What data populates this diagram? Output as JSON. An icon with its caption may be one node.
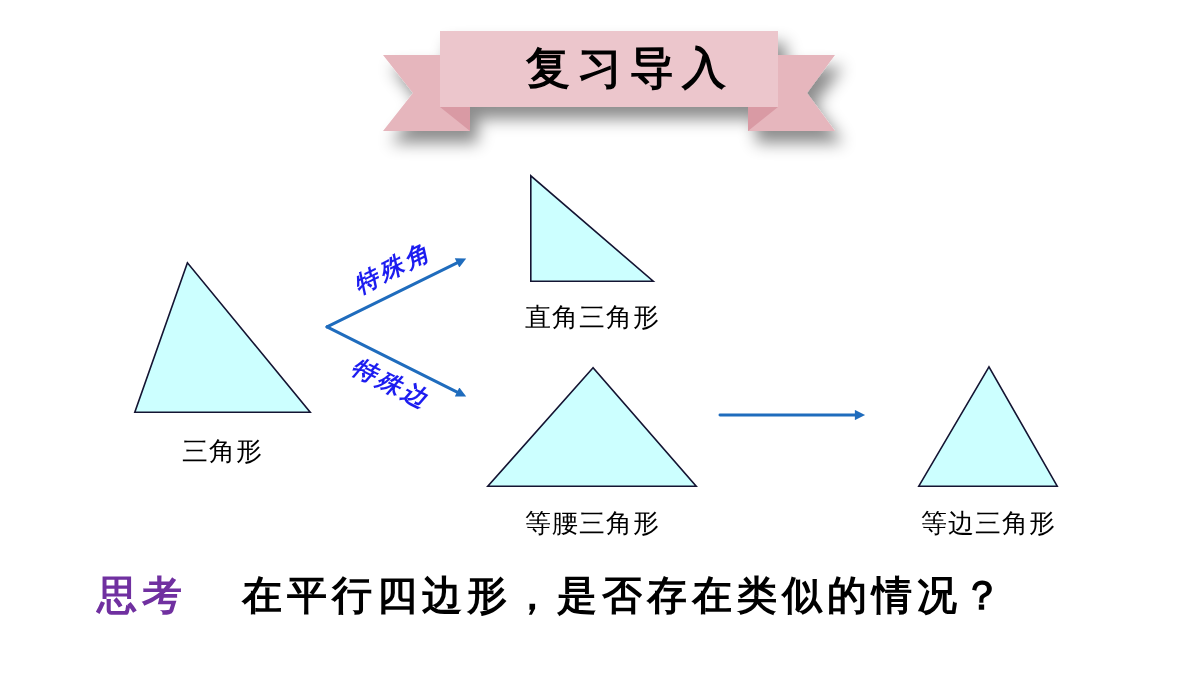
{
  "diagram": {
    "title": "复习导入",
    "nodes": [
      {
        "text": [
          "三角形"
        ]
      },
      {
        "text": [
          "直角三角形"
        ]
      },
      {
        "text": [
          "等腰三角形"
        ]
      },
      {
        "text": [
          "等边三角形"
        ]
      }
    ],
    "edges": [
      {
        "from": 0,
        "to": 1,
        "arrow": "to",
        "label": "特殊角"
      },
      {
        "from": 0,
        "to": 2,
        "arrow": "to",
        "label": "特殊边"
      },
      {
        "from": 2,
        "to": 3,
        "arrow": "to"
      }
    ],
    "labels": [
      "思考",
      "在平行四边形，是否存在类似的情况？"
    ]
  }
}
